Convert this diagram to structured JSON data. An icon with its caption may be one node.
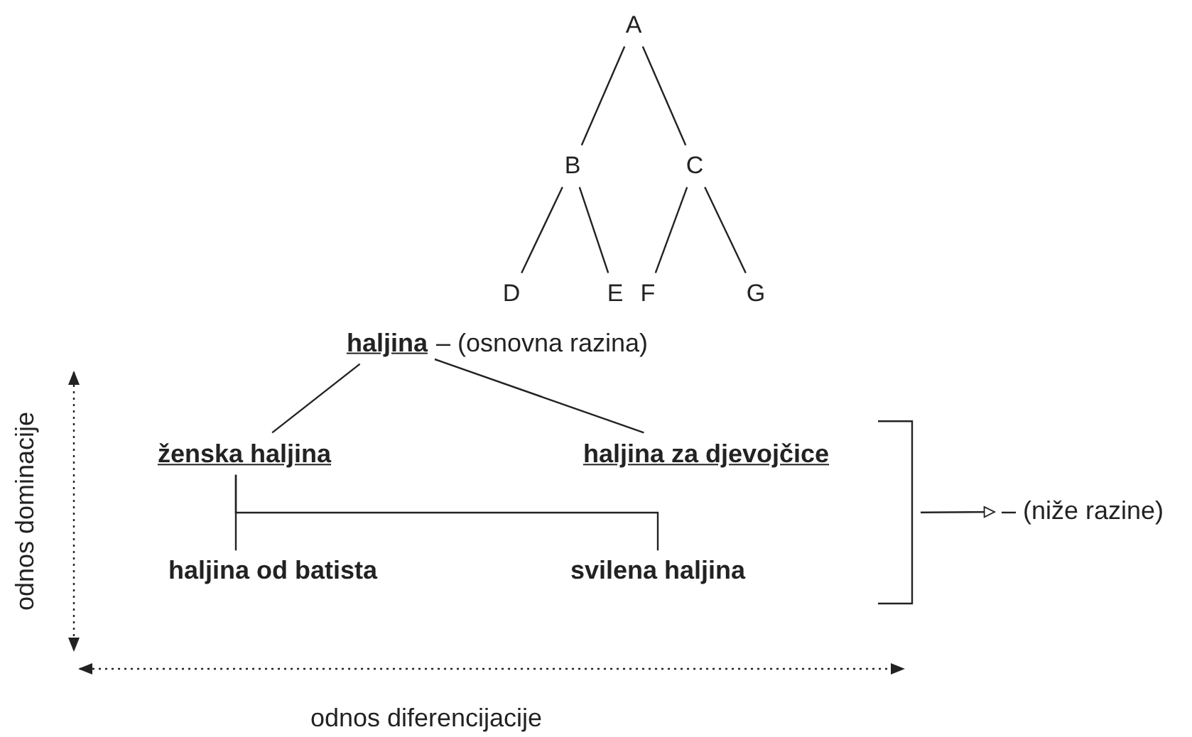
{
  "diagram": {
    "nodes": [
      {
        "text": [
          "A"
        ]
      },
      {
        "text": [
          "B"
        ]
      },
      {
        "text": [
          "C"
        ]
      },
      {
        "text": [
          "D"
        ]
      },
      {
        "text": [
          "E"
        ]
      },
      {
        "text": [
          "F"
        ]
      },
      {
        "text": [
          "G"
        ]
      },
      {
        "text": [
          "haljina"
        ],
        "beside": [
          "– (osnovna razina)"
        ]
      },
      {
        "text": [
          "ženska haljina"
        ]
      },
      {
        "text": [
          "haljina za djevojčice"
        ]
      },
      {
        "text": [
          "haljina od batista"
        ]
      },
      {
        "text": [
          "svilena haljina"
        ]
      },
      {
        "text": [
          "– (niže razine)"
        ]
      },
      {
        "text": [],
        "shape": "bracket"
      }
    ],
    "edges": [
      {
        "from": 0,
        "to": 1,
        "arrow": "none"
      },
      {
        "from": 0,
        "to": 2,
        "arrow": "none"
      },
      {
        "from": 1,
        "to": 3,
        "arrow": "none"
      },
      {
        "from": 1,
        "to": 4,
        "arrow": "none"
      },
      {
        "from": 2,
        "to": 5,
        "arrow": "none"
      },
      {
        "from": 2,
        "to": 6,
        "arrow": "none"
      },
      {
        "from": 7,
        "to": 8,
        "arrow": "none"
      },
      {
        "from": 7,
        "to": 9,
        "arrow": "none"
      },
      {
        "from": 8,
        "to": 10,
        "arrow": "none"
      },
      {
        "from": 8,
        "to": 11,
        "arrow": "none"
      },
      {
        "from": 13,
        "to": 12,
        "arrow": "to"
      }
    ],
    "labels": [
      "odnos dominacije",
      "odnos diferencijacije"
    ]
  }
}
